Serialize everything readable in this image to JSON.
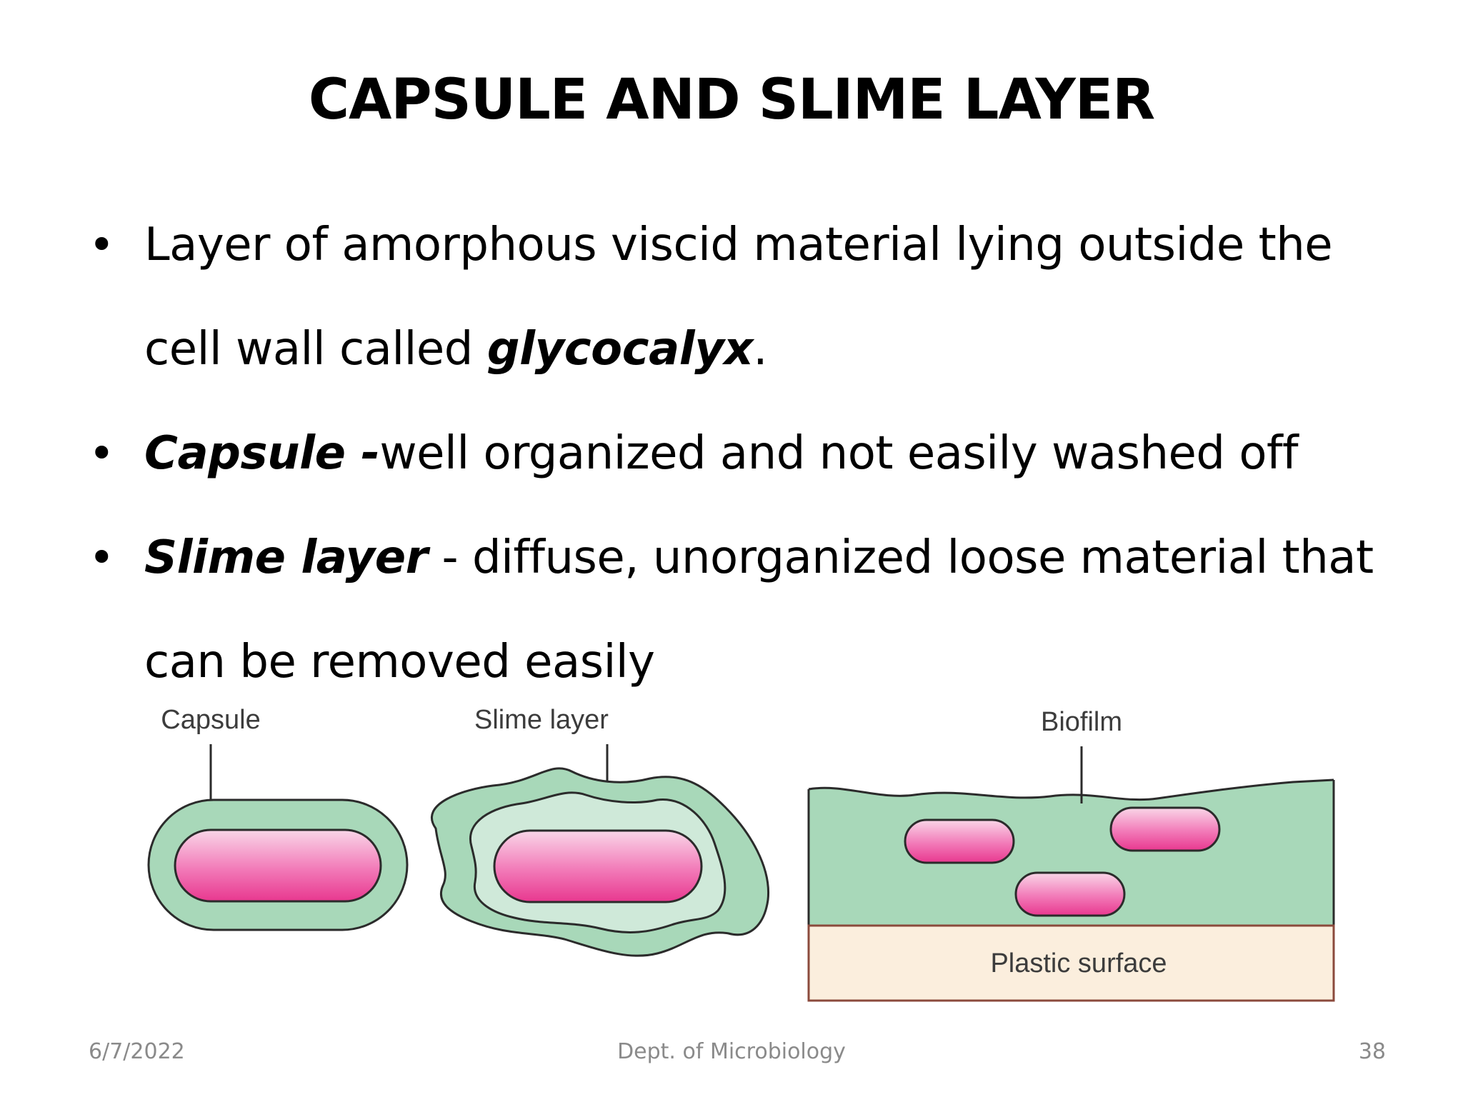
{
  "slide": {
    "title": "CAPSULE AND SLIME LAYER",
    "bullets": [
      {
        "line1": "Layer of amorphous viscid material lying outside the",
        "line2_pre": "cell wall called ",
        "line2_emph": "glycocalyx",
        "line2_post": "."
      },
      {
        "emph": "Capsule -",
        "text": "well organized and not easily washed off"
      },
      {
        "emph": "Slime layer",
        "line1_rest": " - diffuse, unorganized loose material that",
        "line2": "can be removed easily"
      }
    ]
  },
  "figure": {
    "labels": {
      "capsule": "Capsule",
      "slime_layer": "Slime layer",
      "biofilm": "Biofilm",
      "plastic_surface": "Plastic surface"
    },
    "colors": {
      "capsule_fill": "#a8d8b9",
      "inner_slime_fill": "#cfe9d9",
      "cell_pink_top": "#f9d6e8",
      "cell_pink_bottom": "#e8388f",
      "outline": "#2b2b2b",
      "plastic_fill": "#fbeedd",
      "plastic_border": "#8b4a3c"
    }
  },
  "footer": {
    "date": "6/7/2022",
    "department": "Dept. of Microbiology",
    "page": "38"
  }
}
